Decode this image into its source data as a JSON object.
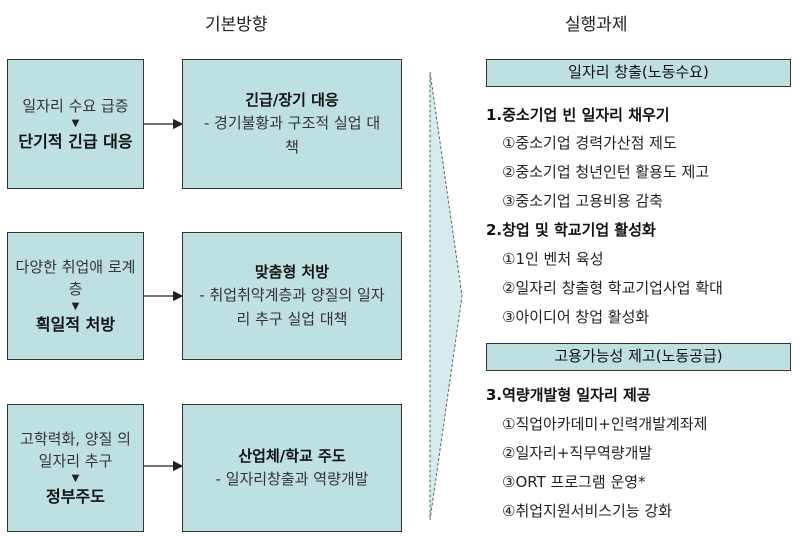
{
  "headers": {
    "basic_direction": "기본방향",
    "action_tasks": "실행과제"
  },
  "rows": [
    {
      "left_top": "일자리 수요 급증",
      "left_bottom": "단기적 긴급 대응",
      "right_title": "긴급/장기  대응",
      "right_desc": "- 경기불황과 구조적 실업 대책"
    },
    {
      "left_top": "다양한 취업애 로계층",
      "left_bottom": "획일적 처방",
      "right_title": "맞춤형  처방",
      "right_desc": "- 취업취약계층과 양질의 일자리 추구 실업 대책"
    },
    {
      "left_top": "고학력화, 양질 의 일자리 추구",
      "left_bottom": "정부주도",
      "right_title": "산업체/학교 주도",
      "right_desc": "- 일자리창출과 역량개발"
    }
  ],
  "sections": [
    {
      "title": "일자리 창출(노동수요)",
      "groups": [
        {
          "heading": "1.중소기업 빈 일자리 채우기",
          "items": [
            "①중소기업 경력가산점 제도",
            "②중소기업 청년인턴 활용도 제고",
            "③중소기업 고용비용 감축"
          ]
        },
        {
          "heading": "2.창업 및 학교기업 활성화",
          "items": [
            "①1인 벤처 육성",
            "②일자리 창출형 학교기업사업 확대",
            "③아이디어 창업 활성화"
          ]
        }
      ]
    },
    {
      "title": "고용가능성 제고(노동공급)",
      "groups": [
        {
          "heading": "3.역량개발형 일자리 제공",
          "items": [
            "①직업아카데미+인력개발계좌제",
            "②일자리+직무역량개발",
            "③ORT 프로그램 운영*",
            "④취업지원서비스기능 강화"
          ]
        }
      ]
    }
  ],
  "colors": {
    "box_fill": "#bfe0e0",
    "border": "#333333"
  }
}
